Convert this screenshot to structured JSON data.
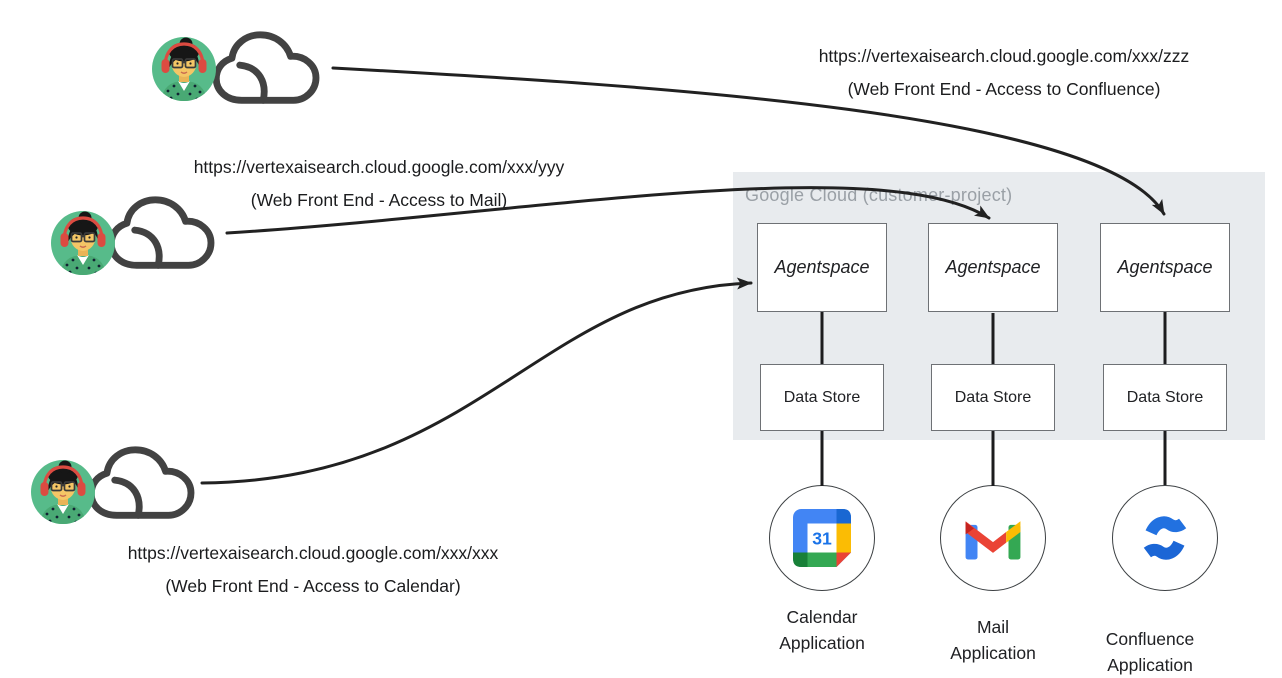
{
  "diagram": {
    "panel": {
      "title": "Google Cloud (customer-project)"
    },
    "requests": [
      {
        "url": "https://vertexaisearch.cloud.google.com/xxx/zzz",
        "caption": "(Web Front End - Access to Confluence)"
      },
      {
        "url": "https://vertexaisearch.cloud.google.com/xxx/yyy",
        "caption": "(Web Front End - Access to Mail)"
      },
      {
        "url": "https://vertexaisearch.cloud.google.com/xxx/xxx",
        "caption": "(Web Front End - Access to Calendar)"
      }
    ],
    "columns": [
      {
        "service": "Agentspace",
        "datastore": "Data Store",
        "app_line1": "Calendar",
        "app_line2": "Application",
        "icon": "google-calendar-icon"
      },
      {
        "service": "Agentspace",
        "datastore": "Data Store",
        "app_line1": "Mail",
        "app_line2": "Application",
        "icon": "gmail-icon"
      },
      {
        "service": "Agentspace",
        "datastore": "Data Store",
        "app_line1": "Confluence",
        "app_line2": "Application",
        "icon": "confluence-icon"
      }
    ],
    "calendar_day": "31",
    "colors": {
      "panel_bg": "#E8EBEE",
      "panel_title_text": "#9AA0A6",
      "box_border": "#6E7175",
      "arrow": "#212121",
      "avatar_bg": "#57BB8A",
      "cloud_outline": "#424242",
      "google_blue": "#4285F4",
      "google_dark_blue": "#1967D2",
      "google_red": "#EA4335",
      "google_yellow": "#FBBC04",
      "google_green": "#34A853",
      "google_dark_green": "#188038",
      "confluence_blue": "#1F6FDE"
    }
  }
}
